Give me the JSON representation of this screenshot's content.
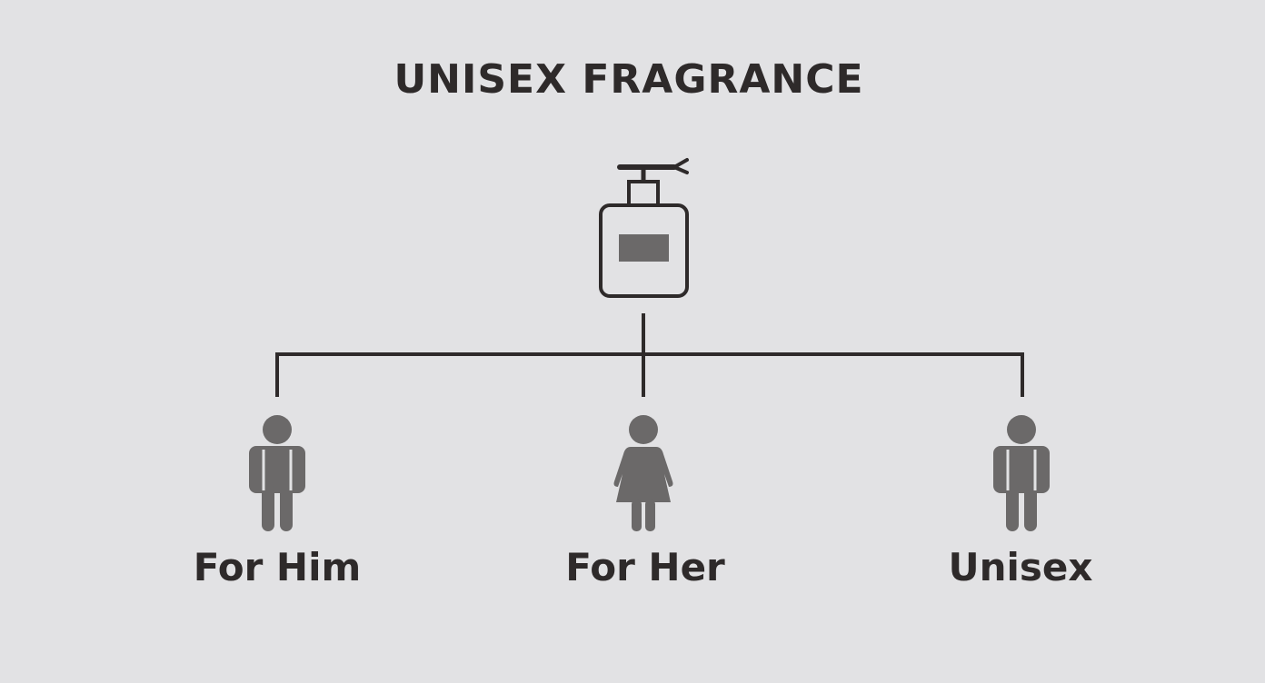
{
  "title": "UNISEX FRAGRANCE",
  "branches": [
    {
      "label": "For Him",
      "icon": "male-person-icon"
    },
    {
      "label": "For Her",
      "icon": "female-person-icon"
    },
    {
      "label": "Unisex",
      "icon": "person-icon"
    }
  ],
  "root_icon": "perfume-bottle-icon",
  "colors": {
    "background": "#e2e2e4",
    "line": "#2e2a2a",
    "icon_fill": "#6b6969",
    "text": "#2e2a2a"
  }
}
